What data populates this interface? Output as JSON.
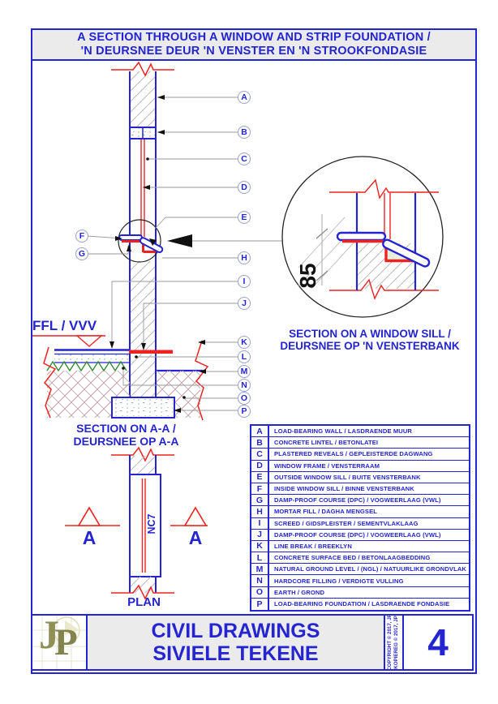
{
  "page_title": {
    "line1": "A SECTION THROUGH A WINDOW AND STRIP FOUNDATION /",
    "line2": "'N DEURSNEE DEUR 'N VENSTER EN 'N STROOKFONDASIE"
  },
  "colors": {
    "blue": "#2424d0",
    "red": "#ee2222",
    "green": "#2e8b2e",
    "leader_gray": "#999999",
    "titlebar_bg": "#ebebeb",
    "logo_olive": "#8f9055"
  },
  "callouts": {
    "a": "A",
    "b": "B",
    "c": "C",
    "d": "D",
    "e": "E",
    "f": "F",
    "g": "G",
    "h": "H",
    "i": "I",
    "j": "J",
    "k": "K",
    "l": "L",
    "m": "M",
    "n": "N",
    "o": "O",
    "p": "P"
  },
  "main_section": {
    "ffl_label": "FFL / VVV",
    "title_line1": "SECTION ON A-A  /",
    "title_line2": "DEURSNEE OP A-A"
  },
  "sill_detail": {
    "dimension": "85",
    "title_line1": "SECTION ON A WINDOW SILL /",
    "title_line2": "DEURSNEE OP 'N VENSTERBANK"
  },
  "plan": {
    "frame_label": "NC7",
    "marker_left": "A",
    "marker_right": "A",
    "label": "PLAN"
  },
  "legend": {
    "rows": [
      {
        "letter": "A",
        "text": "LOAD-BEARING WALL / LASDRAENDE MUUR"
      },
      {
        "letter": "B",
        "text": "CONCRETE LINTEL / BETONLATEI"
      },
      {
        "letter": "C",
        "text": "PLASTERED REVEALS / GEPLEISTERDE DAGWANG"
      },
      {
        "letter": "D",
        "text": "WINDOW FRAME / VENSTERRAAM"
      },
      {
        "letter": "E",
        "text": "OUTSIDE WINDOW SILL / BUITE VENSTERBANK"
      },
      {
        "letter": "F",
        "text": "INSIDE WINDOW SILL / BINNE VENSTERBANK"
      },
      {
        "letter": "G",
        "text": "DAMP-PROOF COURSE (DPC) / VOGWEERLAAG (VWL)"
      },
      {
        "letter": "H",
        "text": "MORTAR FILL / DAGHA MENGSEL"
      },
      {
        "letter": "I",
        "text": "SCREED / GIDSPLEISTER / SEMENTVLAKLAAG"
      },
      {
        "letter": "J",
        "text": "DAMP-PROOF COURSE (DPC) / VOGWEERLAAG (VWL)"
      },
      {
        "letter": "K",
        "text": "LINE BREAK / BREEKLYN"
      },
      {
        "letter": "L",
        "text": "CONCRETE SURFACE BED / BETONLAAGBEDDING"
      },
      {
        "letter": "M",
        "text": "NATURAL GROUND LEVEL / (NGL) / NATUURLIKE GRONDVLAK"
      },
      {
        "letter": "N",
        "text": "HARDCORE FILLING / VERDIGTE VULLING"
      },
      {
        "letter": "O",
        "text": "EARTH / GROND"
      },
      {
        "letter": "P",
        "text": "LOAD-BEARING FOUNDATION / LASDRAENDE FONDASIE"
      }
    ]
  },
  "title_block": {
    "logo_j": "J",
    "logo_p": "P",
    "name_line1": "CIVIL DRAWINGS",
    "name_line2": "SIVIELE TEKENE",
    "copyright_line1": "COPYRIGHT © 2017, JP",
    "copyright_line2": "KOPIEREG © 2017, JP",
    "page_number": "4"
  }
}
